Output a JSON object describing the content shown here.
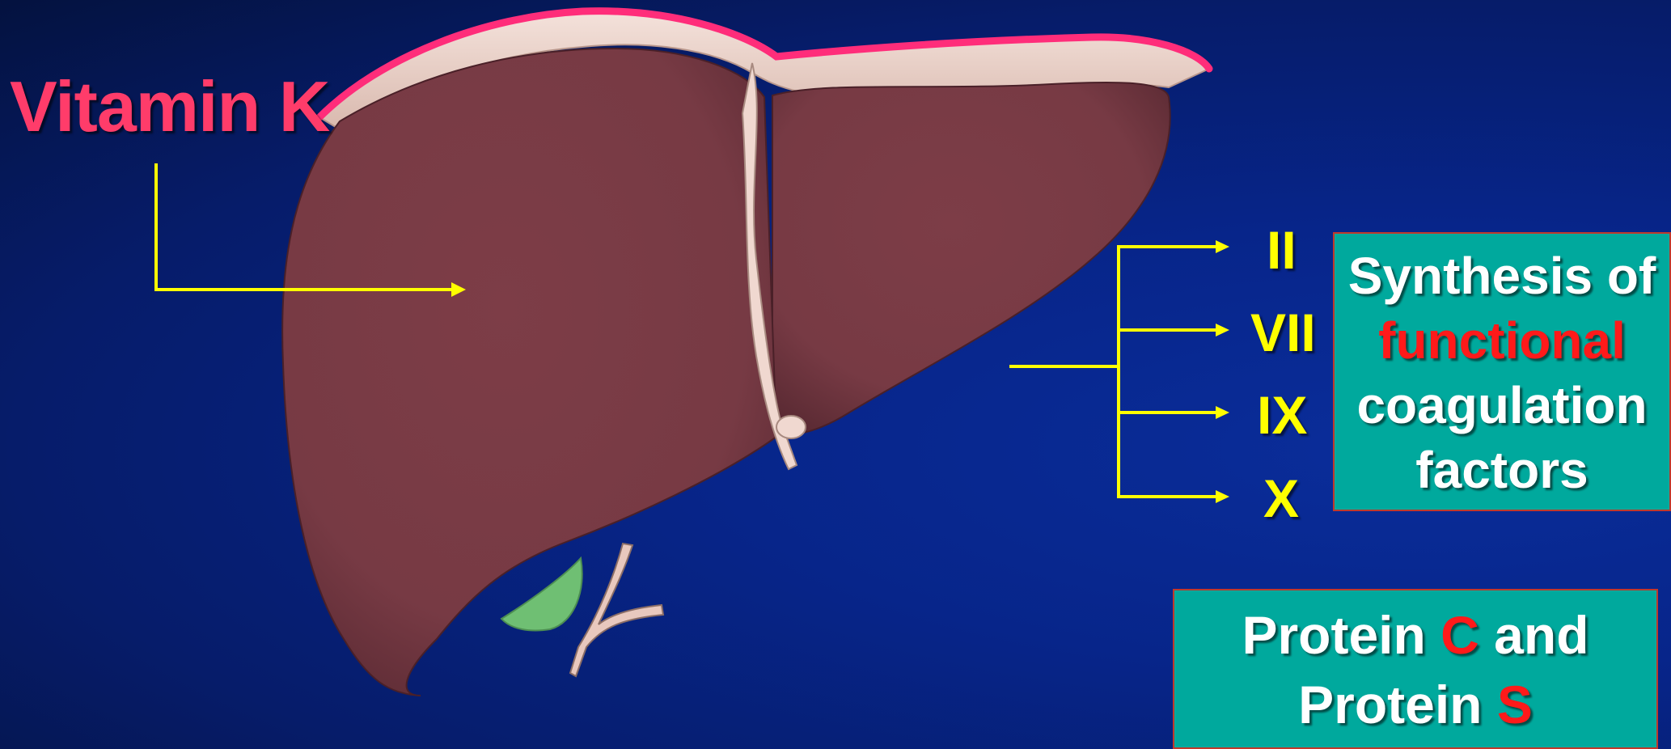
{
  "labels": {
    "vitamin_k": "Vitamin K"
  },
  "factors": [
    "II",
    "VII",
    "IX",
    "X"
  ],
  "synthesis_box": {
    "line1": "Synthesis of",
    "line2_highlight": "functional",
    "line3": "coagulation",
    "line4": "factors"
  },
  "protein_box": {
    "line1_prefix": "Protein ",
    "line1_highlight": "C",
    "line1_suffix": " and",
    "line2_prefix": "Protein ",
    "line2_highlight": "S"
  },
  "colors": {
    "background": "#07258a",
    "vitamin_k_text": "#ff3c6a",
    "arrow": "#ffff00",
    "box_fill": "#00a99d",
    "highlight_text": "#ff1a1a",
    "liver": "#7a3c45",
    "gallbladder": "#6fbf73",
    "ligament": "#ff2d7a"
  }
}
